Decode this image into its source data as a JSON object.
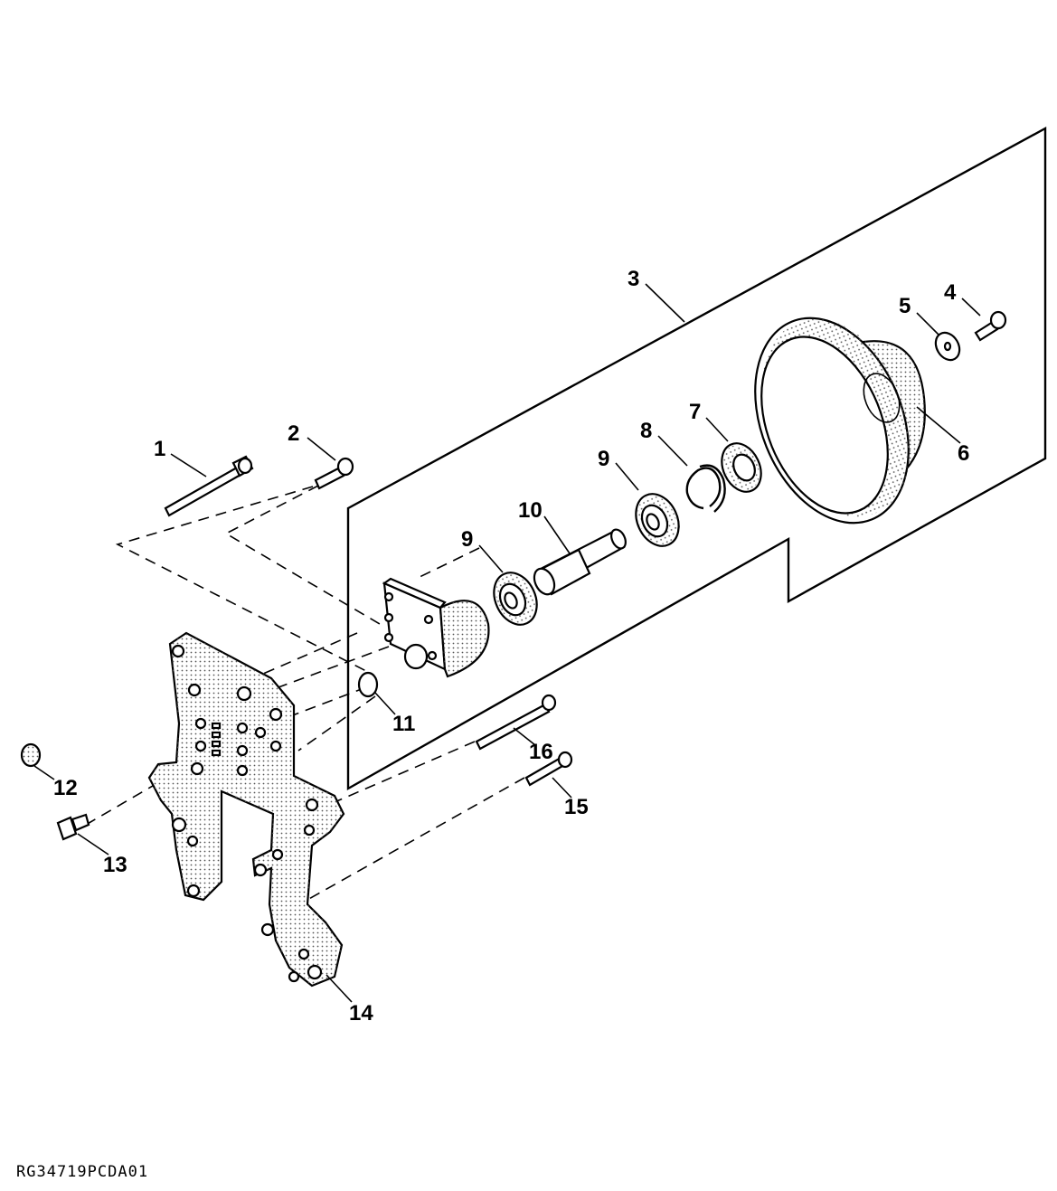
{
  "figure_id": "RG34719PCDA01",
  "callouts": {
    "c1": "1",
    "c2": "2",
    "c3": "3",
    "c4": "4",
    "c5": "5",
    "c6": "6",
    "c7": "7",
    "c8": "8",
    "c9a": "9",
    "c9b": "9",
    "c10": "10",
    "c11": "11",
    "c12": "12",
    "c13": "13",
    "c14": "14",
    "c15": "15",
    "c16": "16"
  }
}
